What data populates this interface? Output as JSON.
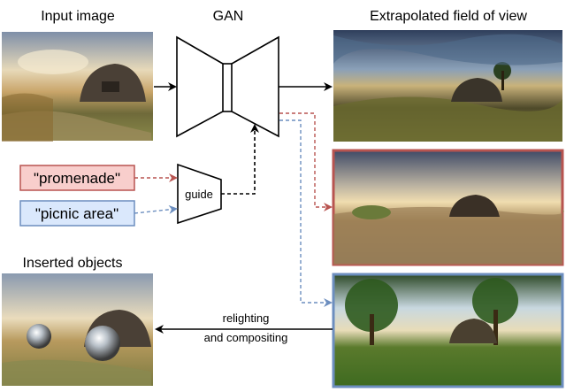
{
  "captions": {
    "input_image": "Input image",
    "gan": "GAN",
    "extrapolated": "Extrapolated field of view",
    "inserted": "Inserted objects"
  },
  "prompts": [
    {
      "text": "\"promenade\"",
      "border": "#b85450",
      "fill": "#f8cecc",
      "arrow": "#b85450"
    },
    {
      "text": "\"picnic area\"",
      "border": "#6c8ebf",
      "fill": "#dae8fc",
      "arrow": "#6c8ebf"
    }
  ],
  "guide_label": "guide",
  "relight_label": [
    "relighting",
    "and compositing"
  ],
  "colors": {
    "red_frame": "#b85450",
    "blue_frame": "#6c8ebf"
  }
}
